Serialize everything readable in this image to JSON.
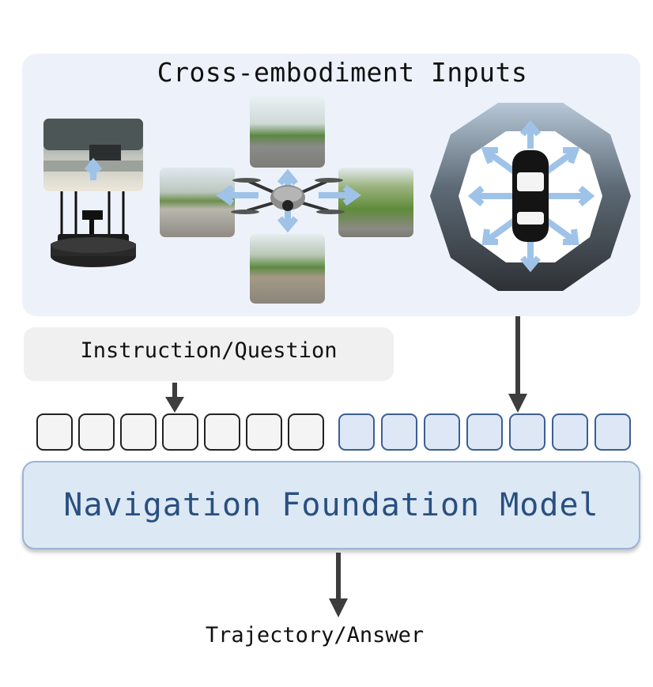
{
  "title": "Cross-embodiment Inputs",
  "instruction_label": "Instruction/Question",
  "model_label": "Navigation Foundation Model",
  "output_label": "Trajectory/Answer",
  "embodiments": [
    {
      "name": "wheeled-robot",
      "icon": "wheeled-robot-icon"
    },
    {
      "name": "drone",
      "icon": "drone-icon"
    },
    {
      "name": "car",
      "icon": "car-icon"
    }
  ],
  "tokens": {
    "instruction_count": 7,
    "visual_count": 7
  },
  "colors": {
    "panel": "#edf2fa",
    "model_fill": "#dde8f5",
    "model_text": "#28507f",
    "arrow_blue": "#9fc3e8",
    "arrow_dark": "#3d3d3d",
    "token_blue": "#dde7f6"
  }
}
